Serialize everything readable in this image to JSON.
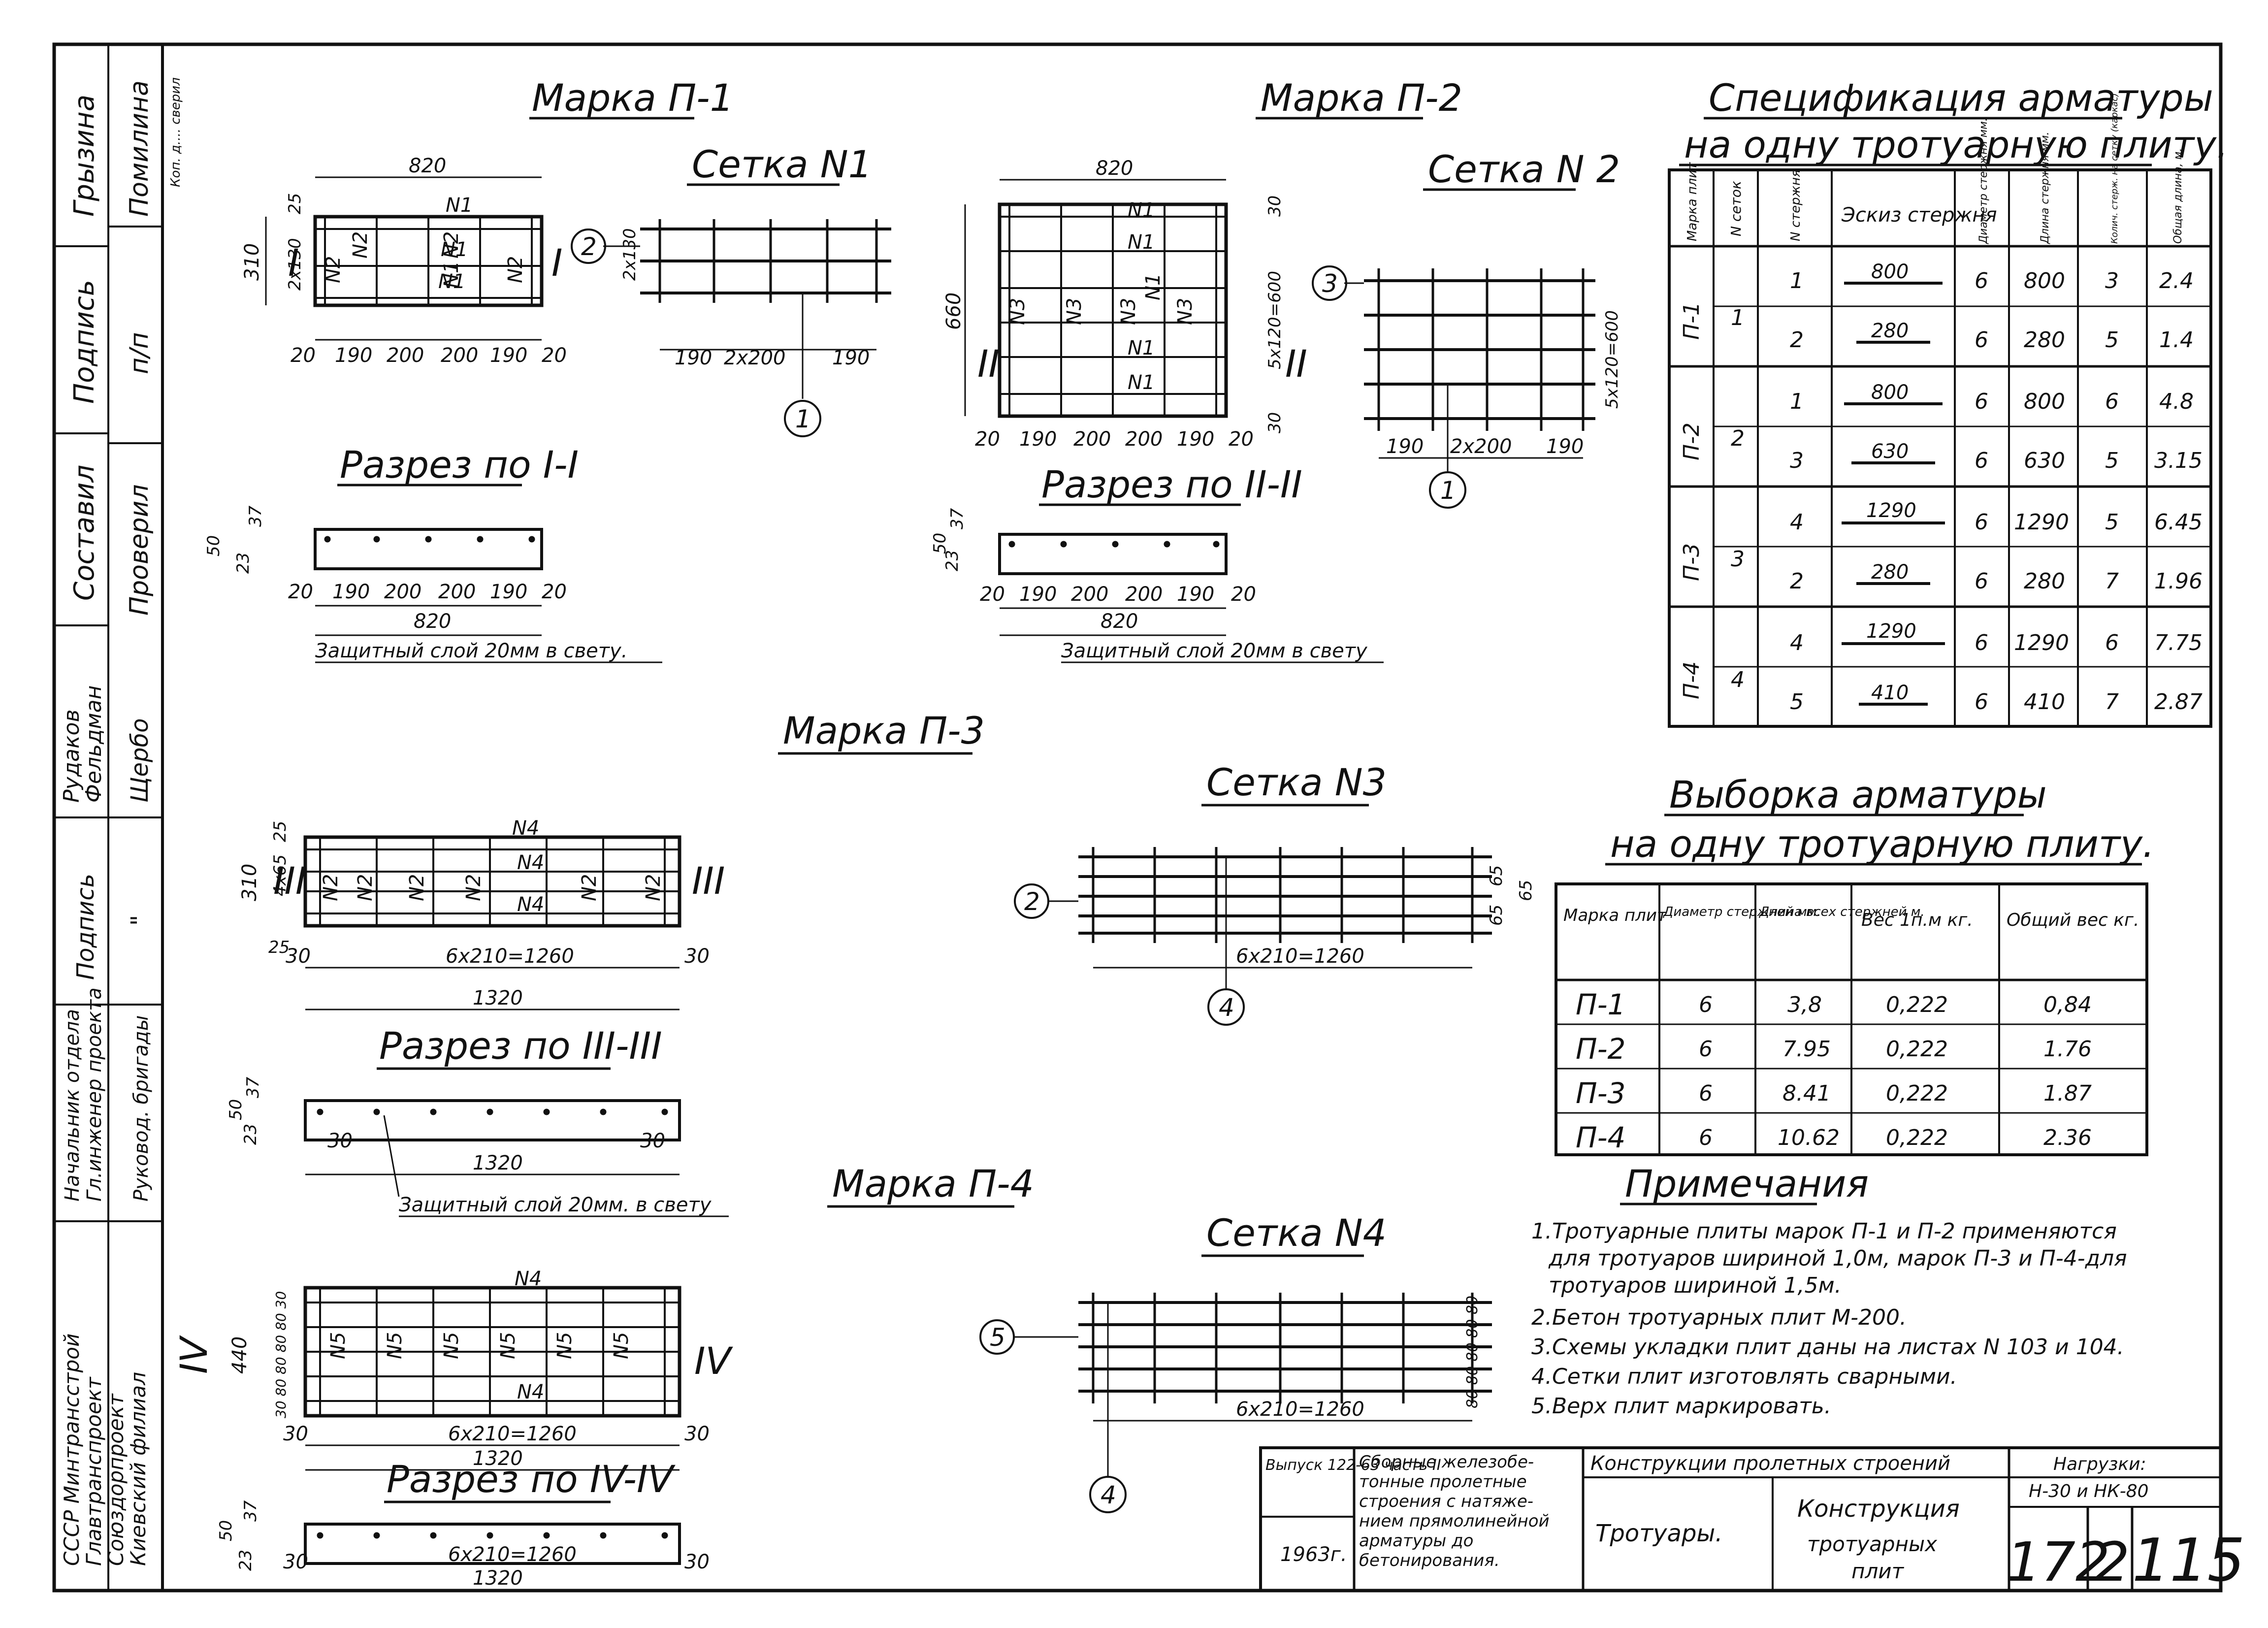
{
  "sidebar": {
    "col1": [
      "Грызина",
      "Подпись",
      "Составил",
      "Рудаков",
      "Подпись",
      "Начальник отдела",
      "СССР Минтрансстрой"
    ],
    "col2": [
      "Помилина",
      "п/п",
      "Проверил",
      "Фельдман",
      "\"",
      "Гл.инженер проекта",
      "Главтранспроект"
    ],
    "col3": [
      "Щербо",
      "\"",
      "Руковод. бригады",
      "Союздорпроект",
      "Киевский филиал"
    ],
    "note": "Коп. д.... сверил"
  },
  "p1": {
    "title": "Марка П-1",
    "mesh_title": "Сетка N1",
    "section_title": "Разрез по I-I",
    "protect": "Защитный слой 20мм в свету.",
    "top": "820",
    "height": "310",
    "v1": "25",
    "v2": "2х130",
    "bot": [
      "20",
      "190",
      "200",
      "200",
      "190",
      "20"
    ],
    "cells": [
      "N1",
      "N2",
      "N2",
      "N2",
      "N2",
      "N1",
      "N1",
      "N1"
    ],
    "mesh_dims": [
      "190",
      "2х200",
      "190"
    ],
    "mesh_h": "2х130",
    "sec_dims": [
      "20",
      "190",
      "200",
      "200",
      "190",
      "20"
    ],
    "sec_total": "820",
    "sec_v": [
      "37",
      "50",
      "23"
    ],
    "mark": "I"
  },
  "p2": {
    "title": "Марка П-2",
    "mesh_title": "Сетка N 2",
    "section_title": "Разрез по II-II",
    "protect": "Защитный слой 20мм в свету",
    "top": "820",
    "height": "660",
    "v1": "30",
    "v2": "5х120=600",
    "v3": "30",
    "bot": [
      "20",
      "190",
      "200",
      "200",
      "190",
      "20"
    ],
    "cells": [
      "N1",
      "N3",
      "N3",
      "N3",
      "N1",
      "N1",
      "N1",
      "N1",
      "N3"
    ],
    "mesh_dims": [
      "190",
      "2х200",
      "190"
    ],
    "mesh_h": "5х120=600",
    "sec_dims": [
      "20",
      "190",
      "200",
      "200",
      "190",
      "20"
    ],
    "sec_total": "820",
    "sec_v": [
      "37",
      "50",
      "23"
    ],
    "mark": "II"
  },
  "p3": {
    "title": "Марка П-3",
    "mesh_title": "Сетка N3",
    "section_title": "Разрез по III-III",
    "protect": "Защитный слой 20мм. в свету",
    "height": "310",
    "v1": "25",
    "v2": "4х65",
    "v3": "25",
    "bot": [
      "30",
      "6х210=1260",
      "30"
    ],
    "total": "1320",
    "cells": [
      "N4",
      "N2",
      "N2",
      "N2",
      "N2",
      "N2",
      "N2",
      "N4",
      "N4"
    ],
    "mesh_dims": [
      "6х210=1260"
    ],
    "mesh_v": [
      "65",
      "65",
      "65"
    ],
    "sec_dims": [
      "30",
      "1320",
      "30"
    ],
    "sec_v": [
      "37",
      "50",
      "23"
    ],
    "mark": "III"
  },
  "p4": {
    "title": "Марка П-4",
    "mesh_title": "Сетка N4",
    "section_title": "Разрез по IV-IV",
    "height": "440",
    "v": "30 80 80 80 80 30",
    "bot": [
      "30",
      "6х210=1260",
      "30"
    ],
    "total": "1320",
    "cells": [
      "N4",
      "N5",
      "N5",
      "N5",
      "N5",
      "N5",
      "N5",
      "N4"
    ],
    "mesh_dims": [
      "6х210=1260"
    ],
    "mesh_v": "80 80 80 80 80",
    "sec_dims": [
      "30",
      "6х210=1260",
      "30"
    ],
    "sec_total": "1320",
    "sec_v": [
      "37",
      "50",
      "23"
    ],
    "mark": "IV"
  },
  "callouts": [
    "1",
    "2",
    "3",
    "4",
    "5"
  ],
  "spec": {
    "title1": "Спецификация арматуры",
    "title2": "на одну тротуарную плиту.",
    "headers": [
      "Марка плит",
      "N сеток",
      "N стержня",
      "Эскиз стержня",
      "Диаметр стержня мм.",
      "Длина стержня мм.",
      "Колич. стерж. на сетку (каркас)",
      "Общая длина, м."
    ],
    "rows": [
      {
        "mark": "П-1",
        "mesh": "1",
        "rod": "1",
        "sketch": "800",
        "d": "6",
        "len": "800",
        "qty": "3",
        "total": "2.4"
      },
      {
        "mark": "",
        "mesh": "",
        "rod": "2",
        "sketch": "280",
        "d": "6",
        "len": "280",
        "qty": "5",
        "total": "1.4"
      },
      {
        "mark": "П-2",
        "mesh": "2",
        "rod": "1",
        "sketch": "800",
        "d": "6",
        "len": "800",
        "qty": "6",
        "total": "4.8"
      },
      {
        "mark": "",
        "mesh": "",
        "rod": "3",
        "sketch": "630",
        "d": "6",
        "len": "630",
        "qty": "5",
        "total": "3.15"
      },
      {
        "mark": "П-3",
        "mesh": "3",
        "rod": "4",
        "sketch": "1290",
        "d": "6",
        "len": "1290",
        "qty": "5",
        "total": "6.45"
      },
      {
        "mark": "",
        "mesh": "",
        "rod": "2",
        "sketch": "280",
        "d": "6",
        "len": "280",
        "qty": "7",
        "total": "1.96"
      },
      {
        "mark": "П-4",
        "mesh": "4",
        "rod": "4",
        "sketch": "1290",
        "d": "6",
        "len": "1290",
        "qty": "6",
        "total": "7.75"
      },
      {
        "mark": "",
        "mesh": "",
        "rod": "5",
        "sketch": "410",
        "d": "6",
        "len": "410",
        "qty": "7",
        "total": "2.87"
      }
    ]
  },
  "sel": {
    "title1": "Выборка арматуры",
    "title2": "на одну тротуарную плиту.",
    "headers": [
      "Марка плит",
      "Диаметр стержней мм.",
      "Длина всех стержней м.",
      "Вес 1п.м кг.",
      "Общий вес кг."
    ],
    "rows": [
      {
        "mark": "П-1",
        "d": "6",
        "len": "3,8",
        "w": "0,222",
        "total": "0,84"
      },
      {
        "mark": "П-2",
        "d": "6",
        "len": "7.95",
        "w": "0,222",
        "total": "1.76"
      },
      {
        "mark": "П-3",
        "d": "6",
        "len": "8.41",
        "w": "0,222",
        "total": "1.87"
      },
      {
        "mark": "П-4",
        "d": "6",
        "len": "10.62",
        "w": "0,222",
        "total": "2.36"
      }
    ]
  },
  "notes": {
    "title": "Примечания",
    "items": [
      "1.Тротуарные плиты марок П-1 и П-2 применяются",
      "для тротуаров шириной 1,0м, марок П-3 и П-4-для",
      "тротуаров шириной 1,5м.",
      "2.Бетон тротуарных плит М-200.",
      "3.Схемы укладки плит даны на листах N 103 и 104.",
      "4.Сетки плит изготовлять сварными.",
      "5.Верх плит маркировать."
    ]
  },
  "stamp": {
    "issue": "Выпуск 122-63 часть II",
    "year": "1963г.",
    "desc": [
      "Сборные железобе-",
      "тонные пролетные",
      "строения с натяже-",
      "нием прямолинейной",
      "арматуры до",
      "бетонирования."
    ],
    "section": "Конструкции пролетных строений",
    "sub": "Тротуары.",
    "name": [
      "Конструкция",
      "тротуарных",
      "плит"
    ],
    "loads": [
      "Нагрузки:",
      "Н-30 и НК-80"
    ],
    "n1": "172",
    "n2": "2",
    "n3": "115"
  }
}
